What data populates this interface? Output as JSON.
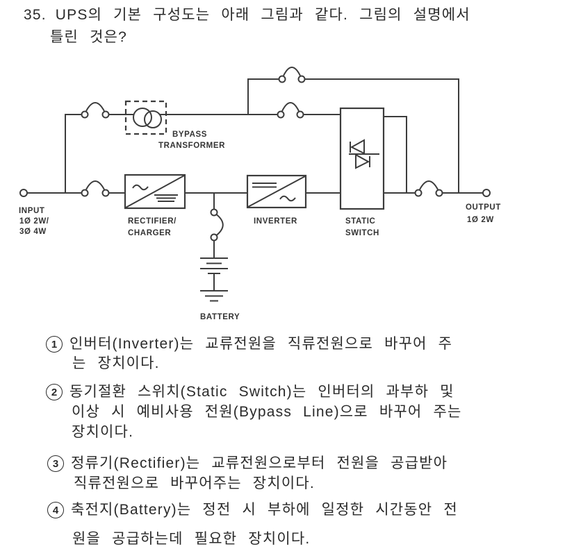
{
  "question": {
    "number": "35.",
    "line1": "UPS의 기본 구성도는 아래 그림과 같다. 그림의 설명에서",
    "line2": "틀린 것은?"
  },
  "diagram": {
    "ink_color": "#3c3c3c",
    "labels": {
      "input_title": "INPUT",
      "input_spec_line1": "1Ø 2W/",
      "input_spec_line2": "3Ø 4W",
      "bypass_transformer_line1": "BYPASS",
      "bypass_transformer_line2": "TRANSFORMER",
      "rectifier_line1": "RECTIFIER/",
      "rectifier_line2": "CHARGER",
      "inverter": "INVERTER",
      "static_switch_line1": "STATIC",
      "static_switch_line2": "SWITCH",
      "battery": "BATTERY",
      "output_title": "OUTPUT",
      "output_spec": "1Ø 2W"
    }
  },
  "options": [
    {
      "num": "1",
      "lines": [
        "인버터(Inverter)는 교류전원을 직류전원으로 바꾸어 주",
        "는 장치이다."
      ]
    },
    {
      "num": "2",
      "lines": [
        "동기절환 스위치(Static Switch)는 인버터의 과부하 및",
        "이상 시 예비사용 전원(Bypass Line)으로 바꾸어 주는",
        "장치이다."
      ]
    },
    {
      "num": "3",
      "lines": [
        "정류기(Rectifier)는 교류전원으로부터 전원을 공급받아",
        "직류전원으로 바꾸어주는 장치이다."
      ]
    },
    {
      "num": "4",
      "lines": [
        "축전지(Battery)는 정전 시 부하에 일정한 시간동안 전",
        "원을 공급하는데 필요한 장치이다."
      ]
    }
  ]
}
